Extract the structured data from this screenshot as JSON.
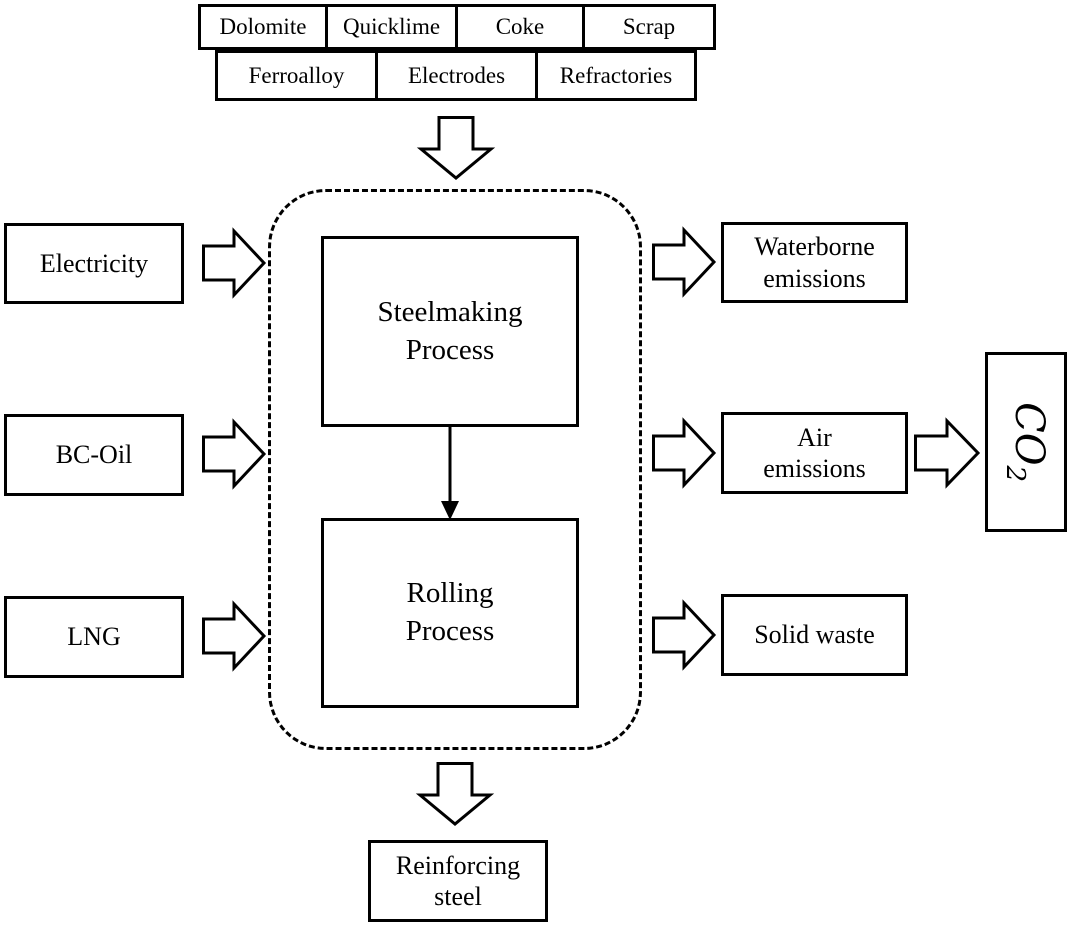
{
  "materials": {
    "row1": [
      "Dolomite",
      "Quicklime",
      "Coke",
      "Scrap"
    ],
    "row2": [
      "Ferroalloy",
      "Electrodes",
      "Refractories"
    ]
  },
  "energy_inputs": [
    "Electricity",
    "BC-Oil",
    "LNG"
  ],
  "processes": {
    "steelmaking": [
      "Steelmaking",
      "Process"
    ],
    "rolling": [
      "Rolling",
      "Process"
    ]
  },
  "outputs": {
    "waterborne": [
      "Waterborne",
      "emissions"
    ],
    "air": [
      "Air",
      "emissions"
    ],
    "solid": "Solid waste"
  },
  "co2": {
    "base": "CO",
    "subscript": "2"
  },
  "product": [
    "Reinforcing",
    "steel"
  ]
}
